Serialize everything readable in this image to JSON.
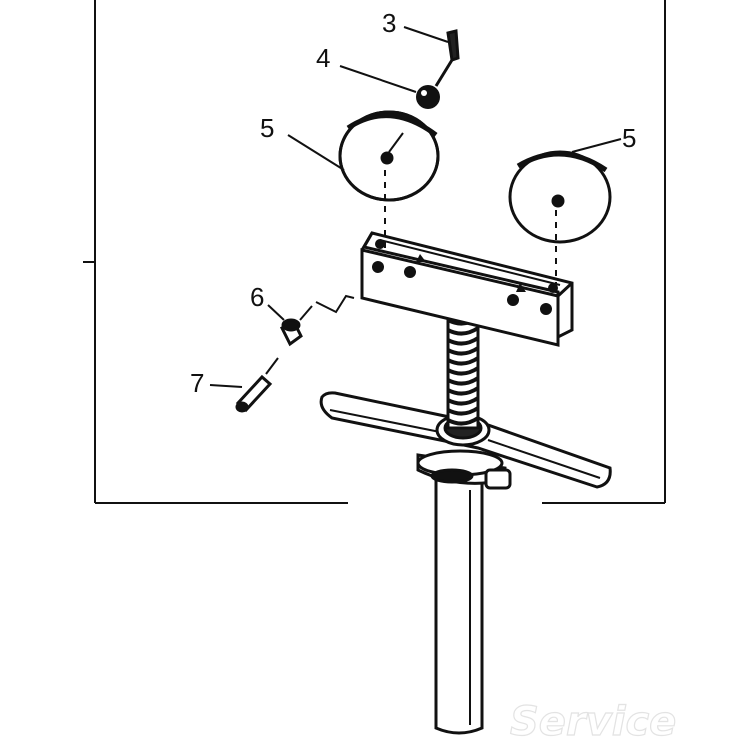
{
  "diagram": {
    "callouts": [
      {
        "label": "3",
        "part": "screw"
      },
      {
        "label": "4",
        "part": "ball"
      },
      {
        "label": "5",
        "part": "jaw-pad-left"
      },
      {
        "label": "5",
        "part": "jaw-pad-right"
      },
      {
        "label": "6",
        "part": "set-screw"
      },
      {
        "label": "7",
        "part": "pin"
      }
    ],
    "watermark": "Service"
  }
}
